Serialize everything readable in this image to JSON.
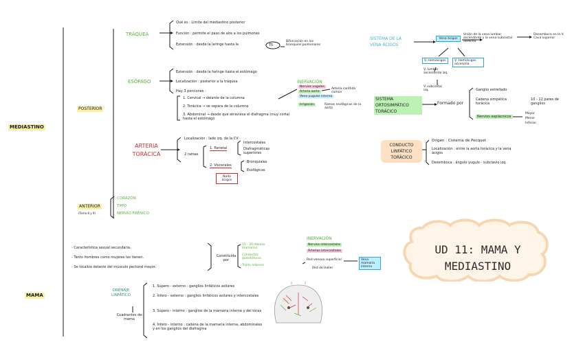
{
  "colors": {
    "green": "#57b23a",
    "red": "#d42a2a",
    "cyan": "#3fb2d9",
    "ink": "#1a1a1a",
    "yellow": "#fbf1a6",
    "peach": "#fbe0c3"
  },
  "title": "UD 11: MAMA Y MEDIASTINO",
  "mediastino": {
    "label": "MEDIASTINO",
    "posterior": {
      "label": "POSTERIOR",
      "traquea": {
        "label": "TRÁQUEA",
        "items": [
          "Qué es : Límite del mediastino posterior",
          "Función : permite el paso de aire a los pulmones",
          "Extensión : desde la laringe hasta la"
        ],
        "t5": "T5",
        "bifurcacion": "Bifurcación en los bronquios pulmonares"
      },
      "esofago": {
        "label": "ESÓFAGO",
        "items": [
          "Extensión : desde la faringe hasta el estómago",
          "Localización : posterior a la tráquea",
          "Hay 3 porciones :"
        ],
        "porciones": [
          "1. Cervical → delante de la columna",
          "2. Torácica → se separa de la columna",
          "3. Abdominal → desde que atraviesa el diafragma (muy corta) hasta el estómago"
        ],
        "inervacion_title": "INERVACIÓN",
        "inervacion": [
          "Nervios vagales",
          "Arteria aorta",
          "Vena yugular interna",
          "Irrigación"
        ],
        "inervacion_side": [
          "Arteria carótida común",
          "Ramas esofágicas de la aorta"
        ]
      },
      "arteria": {
        "label": "ARTERIA TORÁCICA",
        "localizacion": "Localización : lado izq. de la CV",
        "ramas_label": "2 ramas",
        "parietal": "1. Parietal",
        "parietal_items": [
          "Intercostales",
          "Diafragmáticas superiores"
        ],
        "visceral": "2. Viscerales",
        "visceral_items": [
          "Bronquiales",
          "Esofágicas"
        ],
        "boxed": "Nodo ácigos"
      },
      "acigos": {
        "label": "SISTEMA DE LA VENA ÁCIGOS",
        "vena": "Vena ácigos",
        "desc": "Unión de la vena lumbar ascendente y la vena subcostal derecha",
        "desemboca": "Desemboca en la V. Cava superior",
        "hemiacigos": "V. Hemiácigos",
        "hemiacigos_acc": "V. Hemiácigos accesoria",
        "sub": [
          "V. lumbar ascendente izq.",
          "V. subcostal izq."
        ]
      },
      "simpatico": {
        "label": "SISTEMA ORTOSIMPÁTICO TORÁCICO",
        "formado": "Formado por",
        "items": [
          "Ganglio estrellado",
          "Cadena simpática torácica",
          "Nervios esplácnicos"
        ],
        "ganglios": "10 - 12 pares de ganglios",
        "esplacnicos": [
          "Mayor",
          "Menor",
          "Inferior"
        ]
      },
      "conducto": {
        "label": "CONDUCTO LINFÁTICO TORÁCICO",
        "items": [
          "Origen : Cisterna de Pecquet",
          "Localización : entre la aorta torácica y la vena ácigos",
          "Desemboca : ángulo yugulo - subclavio izq."
        ]
      }
    },
    "anterior": {
      "label": "ANTERIOR",
      "sub": "(Tema 8 y 9)",
      "items": [
        "CORAZÓN",
        "TIMO",
        "NERVIO FRÉNICO"
      ]
    }
  },
  "mama": {
    "label": "MAMA",
    "caracteristicas": [
      "- Característica sexual secundaria.",
      "- Tanto hombres como mujeres las tienen.",
      "- Se localiza delante del músculo pectoral mayor."
    ],
    "constituida": "Constituida por",
    "constituida_items": [
      "15 - 20 lóbulos mamarios",
      "Conductos galactóforos",
      "Tejido adiposo"
    ],
    "inervacion_title": "INERVACIÓN",
    "inervacion": [
      "Nervios intercostales",
      "Arterias intercostales",
      "Red venosa superficial",
      "Red de Haller"
    ],
    "inervacion_box": "Vena mamaria interna",
    "drenaje": {
      "label": "DRENAJE LINFÁTICO",
      "to": "Cuadrantes de mama",
      "items": [
        "1. Súpero - externo : ganglios linfáticos axilares",
        "2. Ínfero - externo : ganglios linfáticos axilares y intercostales",
        "3. Súpero - interno : ganglios de la mamaria interna y del tórax",
        "4. Ínfero - interno : cadena de la mamaria interna, abdominales y en los ganglios del diafragma"
      ]
    }
  }
}
